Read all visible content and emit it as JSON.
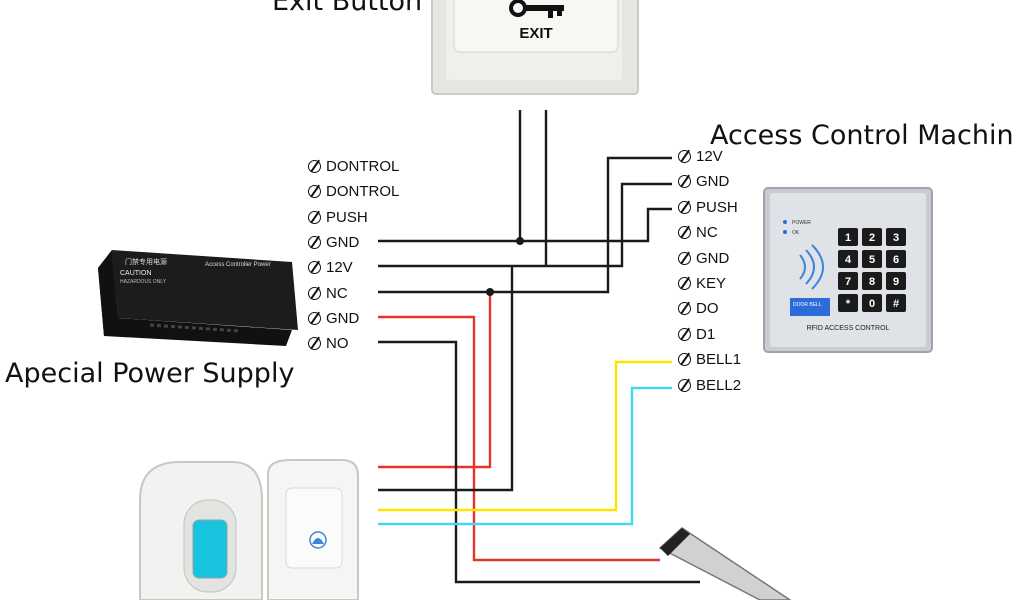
{
  "labels": {
    "exit_button": "Exit Button",
    "access_control": "Access Control Machin",
    "power_supply": "Apecial Power Supply"
  },
  "exit_button": {
    "key_text": "EXIT"
  },
  "keypad": {
    "keys": [
      "1",
      "2",
      "3",
      "4",
      "5",
      "6",
      "7",
      "8",
      "9",
      "*",
      "0",
      "#"
    ],
    "bottom_text": "RFID ACCESS CONTROL",
    "bell_text": "DOOR BELL",
    "led_power": "POWER",
    "led_ok": "OK"
  },
  "power_box": {
    "title_cn": "门禁专用电源",
    "title_en": "Access Controller Power",
    "caution": "CAUTION",
    "caution_sub": "HAZARDOUS ONLY"
  },
  "power_terminals": [
    "DONTROL",
    "DONTROL",
    "PUSH",
    "GND",
    "12V",
    "NC",
    "GND",
    "NO"
  ],
  "access_terminals": [
    "12V",
    "GND",
    "PUSH",
    "NC",
    "GND",
    "KEY",
    "DO",
    "D1",
    "BELL1",
    "BELL2"
  ],
  "colors": {
    "wire_black": "#1a1a1a",
    "wire_red": "#e8322a",
    "wire_yellow": "#ffe400",
    "wire_cyan": "#46d6f0",
    "panel_plate": "#e9ebe6",
    "keypad_face": "#d9dde3",
    "doorbell_blue": "#18c3dd"
  }
}
